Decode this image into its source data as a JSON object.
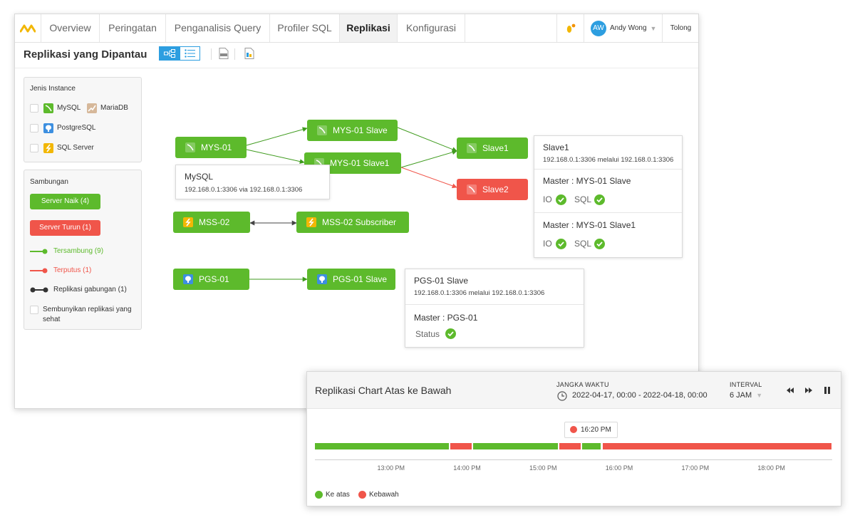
{
  "nav": {
    "tabs": [
      {
        "label": "Overview"
      },
      {
        "label": "Peringatan"
      },
      {
        "label": "Penganalisis Query"
      },
      {
        "label": "Profiler SQL"
      },
      {
        "label": "Replikasi"
      },
      {
        "label": "Konfigurasi"
      }
    ],
    "active_tab": "Replikasi",
    "user_initials": "AW",
    "user_name": "Andy Wong",
    "help_label": "Tolong"
  },
  "page": {
    "title": "Replikasi yang Dipantau"
  },
  "filters": {
    "instance_title": "Jenis Instance",
    "instances": [
      {
        "label": "MySQL"
      },
      {
        "label": "MariaDB"
      },
      {
        "label": "PostgreSQL"
      },
      {
        "label": "SQL Server"
      }
    ],
    "connection_title": "Sambungan",
    "server_up": "Server Naik (4)",
    "server_down": "Server Turun (1)",
    "connected": "Tersambung (9)",
    "disconnected": "Terputus (1)",
    "combined": "Replikasi gabungan (1)",
    "hide_healthy": "Sembunyikan replikasi yang sehat"
  },
  "graph": {
    "nodes": {
      "mys01": "MYS-01",
      "mys01_slave": "MYS-01 Slave",
      "mys01_slave1": "MYS-01 Slave1",
      "slave1": "Slave1",
      "slave2": "Slave2",
      "mss02": "MSS-02",
      "mss02_sub": "MSS-02 Subscriber",
      "pgs01": "PGS-01",
      "pgs01_slave": "PGS-01 Slave"
    },
    "mysql_box": {
      "title": "MySQL",
      "address": "192.168.0.1:3306 via 192.168.0.1:3306"
    },
    "slave1_box": {
      "title": "Slave1",
      "address": "192.168.0.1:3306 melalui 192.168.0.1:3306",
      "master1": "Master : MYS-01 Slave",
      "master2": "Master : MYS-01 Slave1",
      "io": "IO",
      "sql": "SQL"
    },
    "pgs_box": {
      "title": "PGS-01 Slave",
      "address": "192.168.0.1:3306 melalui 192.168.0.1:3306",
      "master": "Master : PGS-01",
      "status": "Status"
    }
  },
  "chart_panel": {
    "title": "Replikasi Chart Atas ke Bawah",
    "range_label": "JANGKA WAKTU",
    "range_value": "2022-04-17, 00:00 - 2022-04-18, 00:00",
    "interval_label": "INTERVAL",
    "interval_value": "6 JAM",
    "tooltip": "16:20 PM",
    "colors": {
      "up": "#5dba2c",
      "down": "#f0554a"
    }
  },
  "chart_data": {
    "type": "area",
    "x_ticks": [
      "13:00 PM",
      "14:00 PM",
      "15:00 PM",
      "16:00 PM",
      "17:00 PM",
      "18:00 PM"
    ],
    "legend": [
      "Ke atas",
      "Kebawah"
    ],
    "segments": [
      {
        "start": 12.0,
        "end": 13.77,
        "state": "up"
      },
      {
        "start": 13.77,
        "end": 14.07,
        "state": "down"
      },
      {
        "start": 14.07,
        "end": 15.2,
        "state": "up"
      },
      {
        "start": 15.2,
        "end": 15.5,
        "state": "down"
      },
      {
        "start": 15.5,
        "end": 15.77,
        "state": "up"
      },
      {
        "start": 15.77,
        "end": 18.8,
        "state": "down"
      }
    ],
    "xlim": [
      12.0,
      18.8
    ]
  }
}
